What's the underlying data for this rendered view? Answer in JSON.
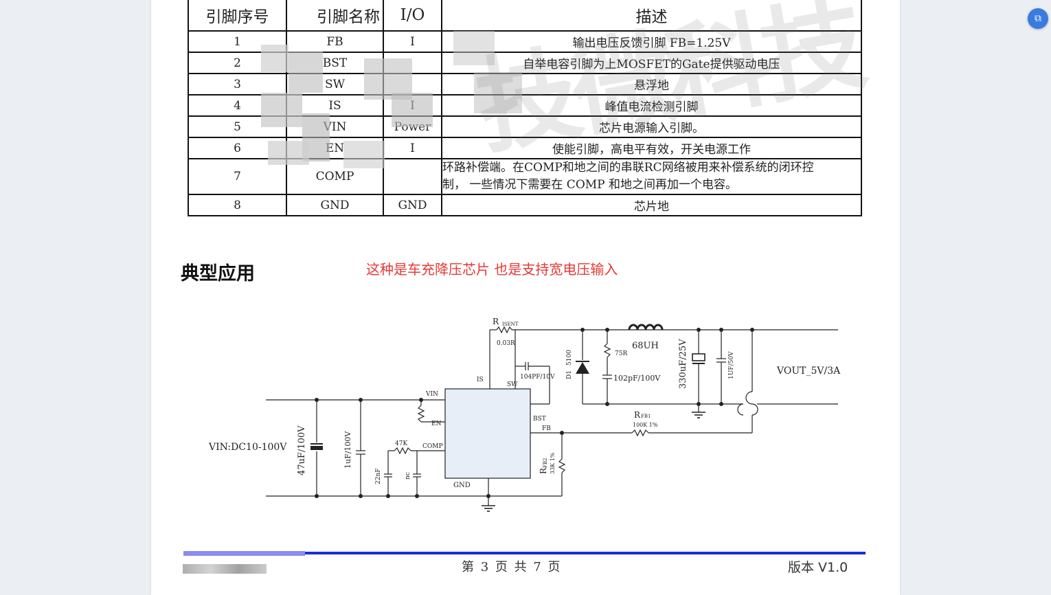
{
  "table": {
    "headers": [
      "引脚序号",
      "引脚名称",
      "I/O",
      "描述"
    ],
    "rows": [
      {
        "num": "1",
        "name": "FB",
        "io": "I",
        "desc": "输出电压反馈引脚 FB=1.25V"
      },
      {
        "num": "2",
        "name": "BST",
        "io": "",
        "desc": "自举电容引脚为上MOSFET的Gate提供驱动电压"
      },
      {
        "num": "3",
        "name": "SW",
        "io": "",
        "desc": "悬浮地"
      },
      {
        "num": "4",
        "name": "IS",
        "io": "I",
        "desc": "峰值电流检测引脚"
      },
      {
        "num": "5",
        "name": "VIN",
        "io": "Power",
        "desc": "芯片电源输入引脚。"
      },
      {
        "num": "6",
        "name": "EN",
        "io": "I",
        "desc": "使能引脚，高电平有效，开关电源工作"
      },
      {
        "num": "7",
        "name": "COMP",
        "io": "",
        "desc_line1": "环路补偿端。在COMP和地之间的串联RC网络被用来补偿系统的闭环控",
        "desc_line2": "制， 一些情况下需要在 COMP 和地之间再加一个电容。"
      },
      {
        "num": "8",
        "name": "GND",
        "io": "GND",
        "desc": "芯片地"
      }
    ]
  },
  "section": {
    "heading": "典型应用",
    "note": "这种是车充降压芯片   也是支持宽电压输入"
  },
  "circuit": {
    "vin_label": "VIN:DC10-100V",
    "cin1": "47uF/100V",
    "cin2": "1uF/100V",
    "r_comp": "47K",
    "c_comp": "22nF",
    "c_nc": "nc",
    "pin_vin": "VIN",
    "pin_en": "EN",
    "pin_comp": "COMP",
    "pin_gnd": "GND",
    "pin_is": "IS",
    "pin_sw": "SW",
    "pin_bst": "BST",
    "pin_fb": "FB",
    "r_isent_r": "R",
    "r_isent_sub": "ISENT",
    "r_isent_val": "0.03R",
    "c_bst": "104PF/10V",
    "diode_name": "D1",
    "diode_val": "5100",
    "r_snub": "75R",
    "c_snub": "102pF/100V",
    "inductor": "68UH",
    "cout1": "330uF/25V",
    "cout2": "1UF/50V",
    "vout_label": "VOUT_5V/3A",
    "rfb1_r": "R",
    "rfb1_sub": "FB1",
    "rfb1_val": "100K  1%",
    "rfb2_r": "R",
    "rfb2_sub": "FB2",
    "rfb2_val": "33K  1%"
  },
  "footer": {
    "page": "第 3 页 共 7 页",
    "version": "版本 V1.0"
  },
  "watermark": "技微科技"
}
